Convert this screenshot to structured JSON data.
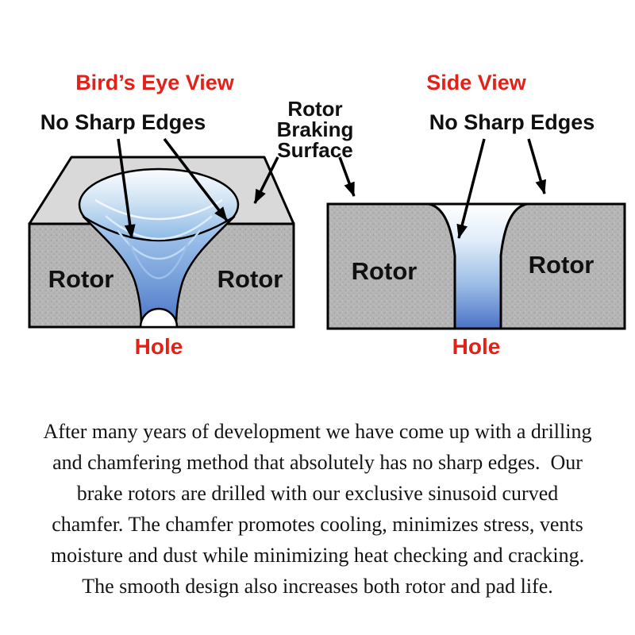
{
  "colors": {
    "red": "#e32119",
    "text_black": "#101010",
    "rotor_gray": "#b5b5b5",
    "top_face_gray": "#d9d9d9",
    "chamfer_blue": "#4a74c8"
  },
  "diagram": {
    "birdseye": {
      "title": "Bird’s Eye View",
      "no_sharp_edges": "No Sharp Edges",
      "rotor_left": "Rotor",
      "rotor_right": "Rotor",
      "hole": "Hole"
    },
    "braking_surface_label": {
      "line1": "Rotor",
      "line2": "Braking",
      "line3": "Surface"
    },
    "sideview": {
      "title": "Side View",
      "no_sharp_edges": "No Sharp Edges",
      "rotor_left": "Rotor",
      "rotor_right": "Rotor",
      "hole": "Hole"
    }
  },
  "body_text": {
    "lines": [
      "After many years of development we have come up with a drilling",
      "and chamfering method that absolutely has no sharp edges.  Our",
      "brake rotors are drilled with our exclusive sinusoid curved",
      "chamfer. The chamfer promotes cooling, minimizes stress, vents",
      "moisture and dust while minimizing heat checking and cracking.",
      "The smooth design also increases both rotor and pad life."
    ]
  }
}
